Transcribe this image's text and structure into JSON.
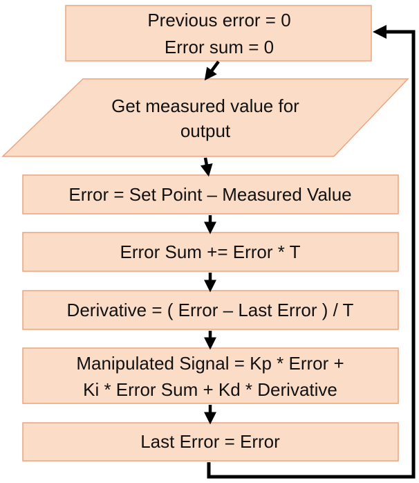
{
  "diagram": {
    "colors": {
      "box_fill": "#fbdcc7",
      "box_stroke": "#eba47e",
      "text": "#111111",
      "arrow": "#000000",
      "background": "#ffffff"
    },
    "nodes": {
      "init": {
        "shape": "rectangle",
        "lines": [
          "Previous error = 0",
          "Error sum = 0"
        ]
      },
      "measure": {
        "shape": "parallelogram",
        "lines": [
          "Get measured value for",
          "output"
        ]
      },
      "error": {
        "shape": "rectangle",
        "lines": [
          "Error = Set Point – Measured Value"
        ]
      },
      "error_sum": {
        "shape": "rectangle",
        "lines": [
          "Error Sum += Error * T"
        ]
      },
      "derivative": {
        "shape": "rectangle",
        "lines": [
          "Derivative = ( Error – Last Error ) / T"
        ]
      },
      "manipulated": {
        "shape": "rectangle",
        "lines": [
          "Manipulated Signal = Kp * Error +",
          "Ki * Error Sum + Kd * Derivative"
        ]
      },
      "last_error": {
        "shape": "rectangle",
        "lines": [
          "Last Error = Error"
        ]
      }
    },
    "edges": [
      {
        "from": "init",
        "to": "measure"
      },
      {
        "from": "measure",
        "to": "error"
      },
      {
        "from": "error",
        "to": "error_sum"
      },
      {
        "from": "error_sum",
        "to": "derivative"
      },
      {
        "from": "derivative",
        "to": "manipulated"
      },
      {
        "from": "manipulated",
        "to": "last_error"
      },
      {
        "from": "last_error",
        "to": "init",
        "kind": "loop-back"
      }
    ]
  }
}
